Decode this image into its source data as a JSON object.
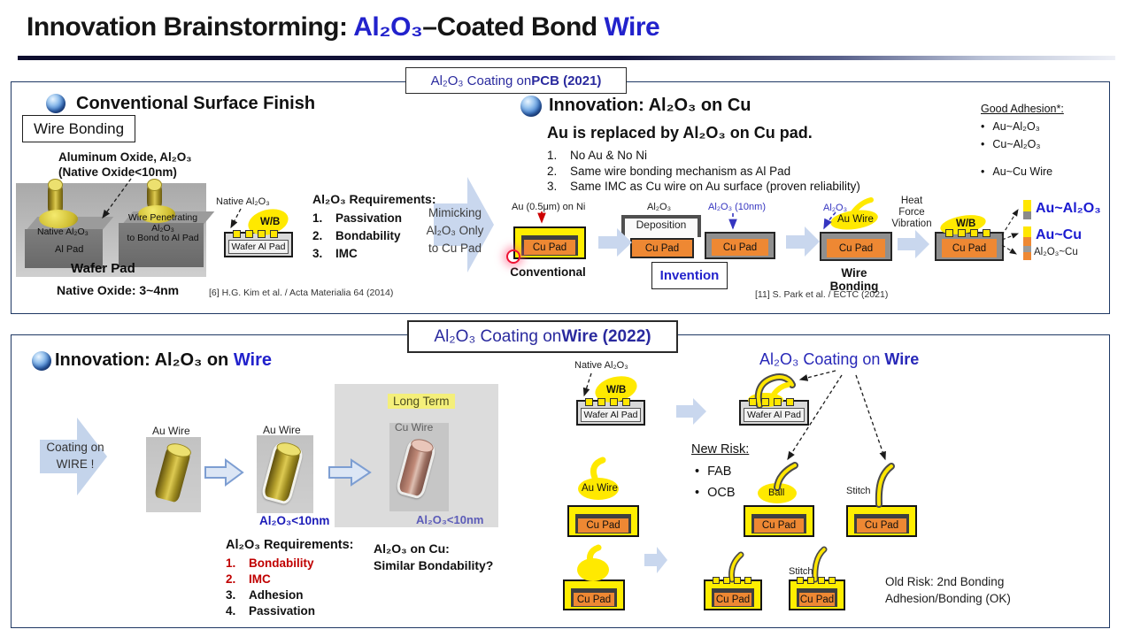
{
  "colors": {
    "accent_blue": "#2222cc",
    "tag_navy": "#2a2a9e",
    "red": "#c00000",
    "pad_orange": "#ee8833",
    "pad_yellow": "#ffee00",
    "arrow_fill": "#c9d7ee"
  },
  "title": {
    "prefix": "Innovation Brainstorming: ",
    "chem": "Al₂O₃",
    "mid": "–Coated Bond ",
    "accent": "Wire"
  },
  "labels": {
    "cu_pad": "Cu Pad",
    "wafer_al_pad": "Wafer Al Pad",
    "wb": "W/B",
    "native_al2o3": "Native Al₂O₃",
    "au_wire": "Au Wire",
    "ball": "Ball",
    "stitch": "Stitch"
  },
  "panel1": {
    "tag_plain": "Al₂O₃ Coating on ",
    "tag_bold": "PCB (2021)",
    "left": {
      "heading": "Conventional Surface Finish",
      "wire_bonding": "Wire Bonding",
      "oxide1": "Aluminum Oxide, Al₂O₃",
      "oxide2": "(Native Oxide<10nm)",
      "cube1_top": "Native Al₂O₃",
      "cube1_front": "Al Pad",
      "cube2_l1": "Wire Penetrating",
      "cube2_l2": "Al₂O₃",
      "cube2_l3": "to Bond to Al Pad",
      "wafer_caption": "Wafer Pad",
      "native_oxide": "Native Oxide: 3~4nm",
      "footnote": "[6] H.G. Kim et al. / Acta Materialia 64 (2014)"
    },
    "req": {
      "title": "Al₂O₃ Requirements:",
      "items": [
        {
          "n": "1.",
          "t": "Passivation"
        },
        {
          "n": "2.",
          "t": "Bondability"
        },
        {
          "n": "3.",
          "t": "IMC"
        }
      ]
    },
    "mimick": {
      "l1": "Mimicking",
      "l2": "Al₂O₃ Only",
      "l3": "to Cu Pad"
    },
    "right": {
      "heading": "Innovation: Al₂O₃ on Cu",
      "subheading": "Au is replaced by Al₂O₃ on Cu pad.",
      "items": [
        {
          "n": "1.",
          "t": "No Au & No Ni"
        },
        {
          "n": "2.",
          "t": "Same wire bonding mechanism as Al Pad"
        },
        {
          "n": "3.",
          "t": "Same IMC as Cu wire on Au surface (proven reliability)"
        }
      ],
      "step1_label": "Au (0.5μm) on Ni",
      "step1_caption": "Conventional",
      "dep_label": "Al₂O₃",
      "deposition": "Deposition",
      "invention": "Invention",
      "step3_label": "Al₂O₃ (10nm)",
      "step4_label": "Al₂O₃",
      "step4_caption": "Wire Bonding",
      "heat_l1": "Heat",
      "heat_l2": "Force",
      "heat_l3": "Vibration",
      "chip1": "Au~Al₂O₃",
      "chip2": "Au~Cu",
      "chip3": "Al₂O₃~Cu",
      "adhesion_title": "Good Adhesion*:",
      "adhesion_items": [
        "Au~Al₂O₃",
        "Cu~Al₂O₃",
        "Au~Cu Wire"
      ],
      "footnote": "[11] S. Park et al. / ECTC (2021)"
    }
  },
  "panel2": {
    "tag_plain": "Al₂O₃ Coating on ",
    "tag_bold": "Wire (2022)",
    "left": {
      "heading_black": "Innovation: Al₂O₃ on ",
      "heading_blue": "Wire",
      "arrow_l1": "Coating on",
      "arrow_l2": "WIRE !",
      "note_10nm": "Al₂O₃<10nm",
      "longterm_badge": "Long Term",
      "cu_wire": "Cu Wire",
      "longterm_note": "Al₂O₃<10nm",
      "req_title": "Al₂O₃ Requirements:",
      "req_items": [
        {
          "n": "1.",
          "t": "Bondability"
        },
        {
          "n": "2.",
          "t": "IMC"
        },
        {
          "n": "3.",
          "t": "Adhesion"
        },
        {
          "n": "4.",
          "t": "Passivation"
        }
      ],
      "q1": "Al₂O₃ on Cu:",
      "q2": "Similar Bondability?"
    },
    "right": {
      "heading_plain": "Al₂O₃ Coating on ",
      "heading_bold": "Wire",
      "newrisk_title": "New Risk:",
      "newrisk_items": [
        "FAB",
        "OCB"
      ],
      "oldrisk_l1": "Old Risk: 2nd Bonding",
      "oldrisk_l2": "Adhesion/Bonding (OK)"
    }
  }
}
